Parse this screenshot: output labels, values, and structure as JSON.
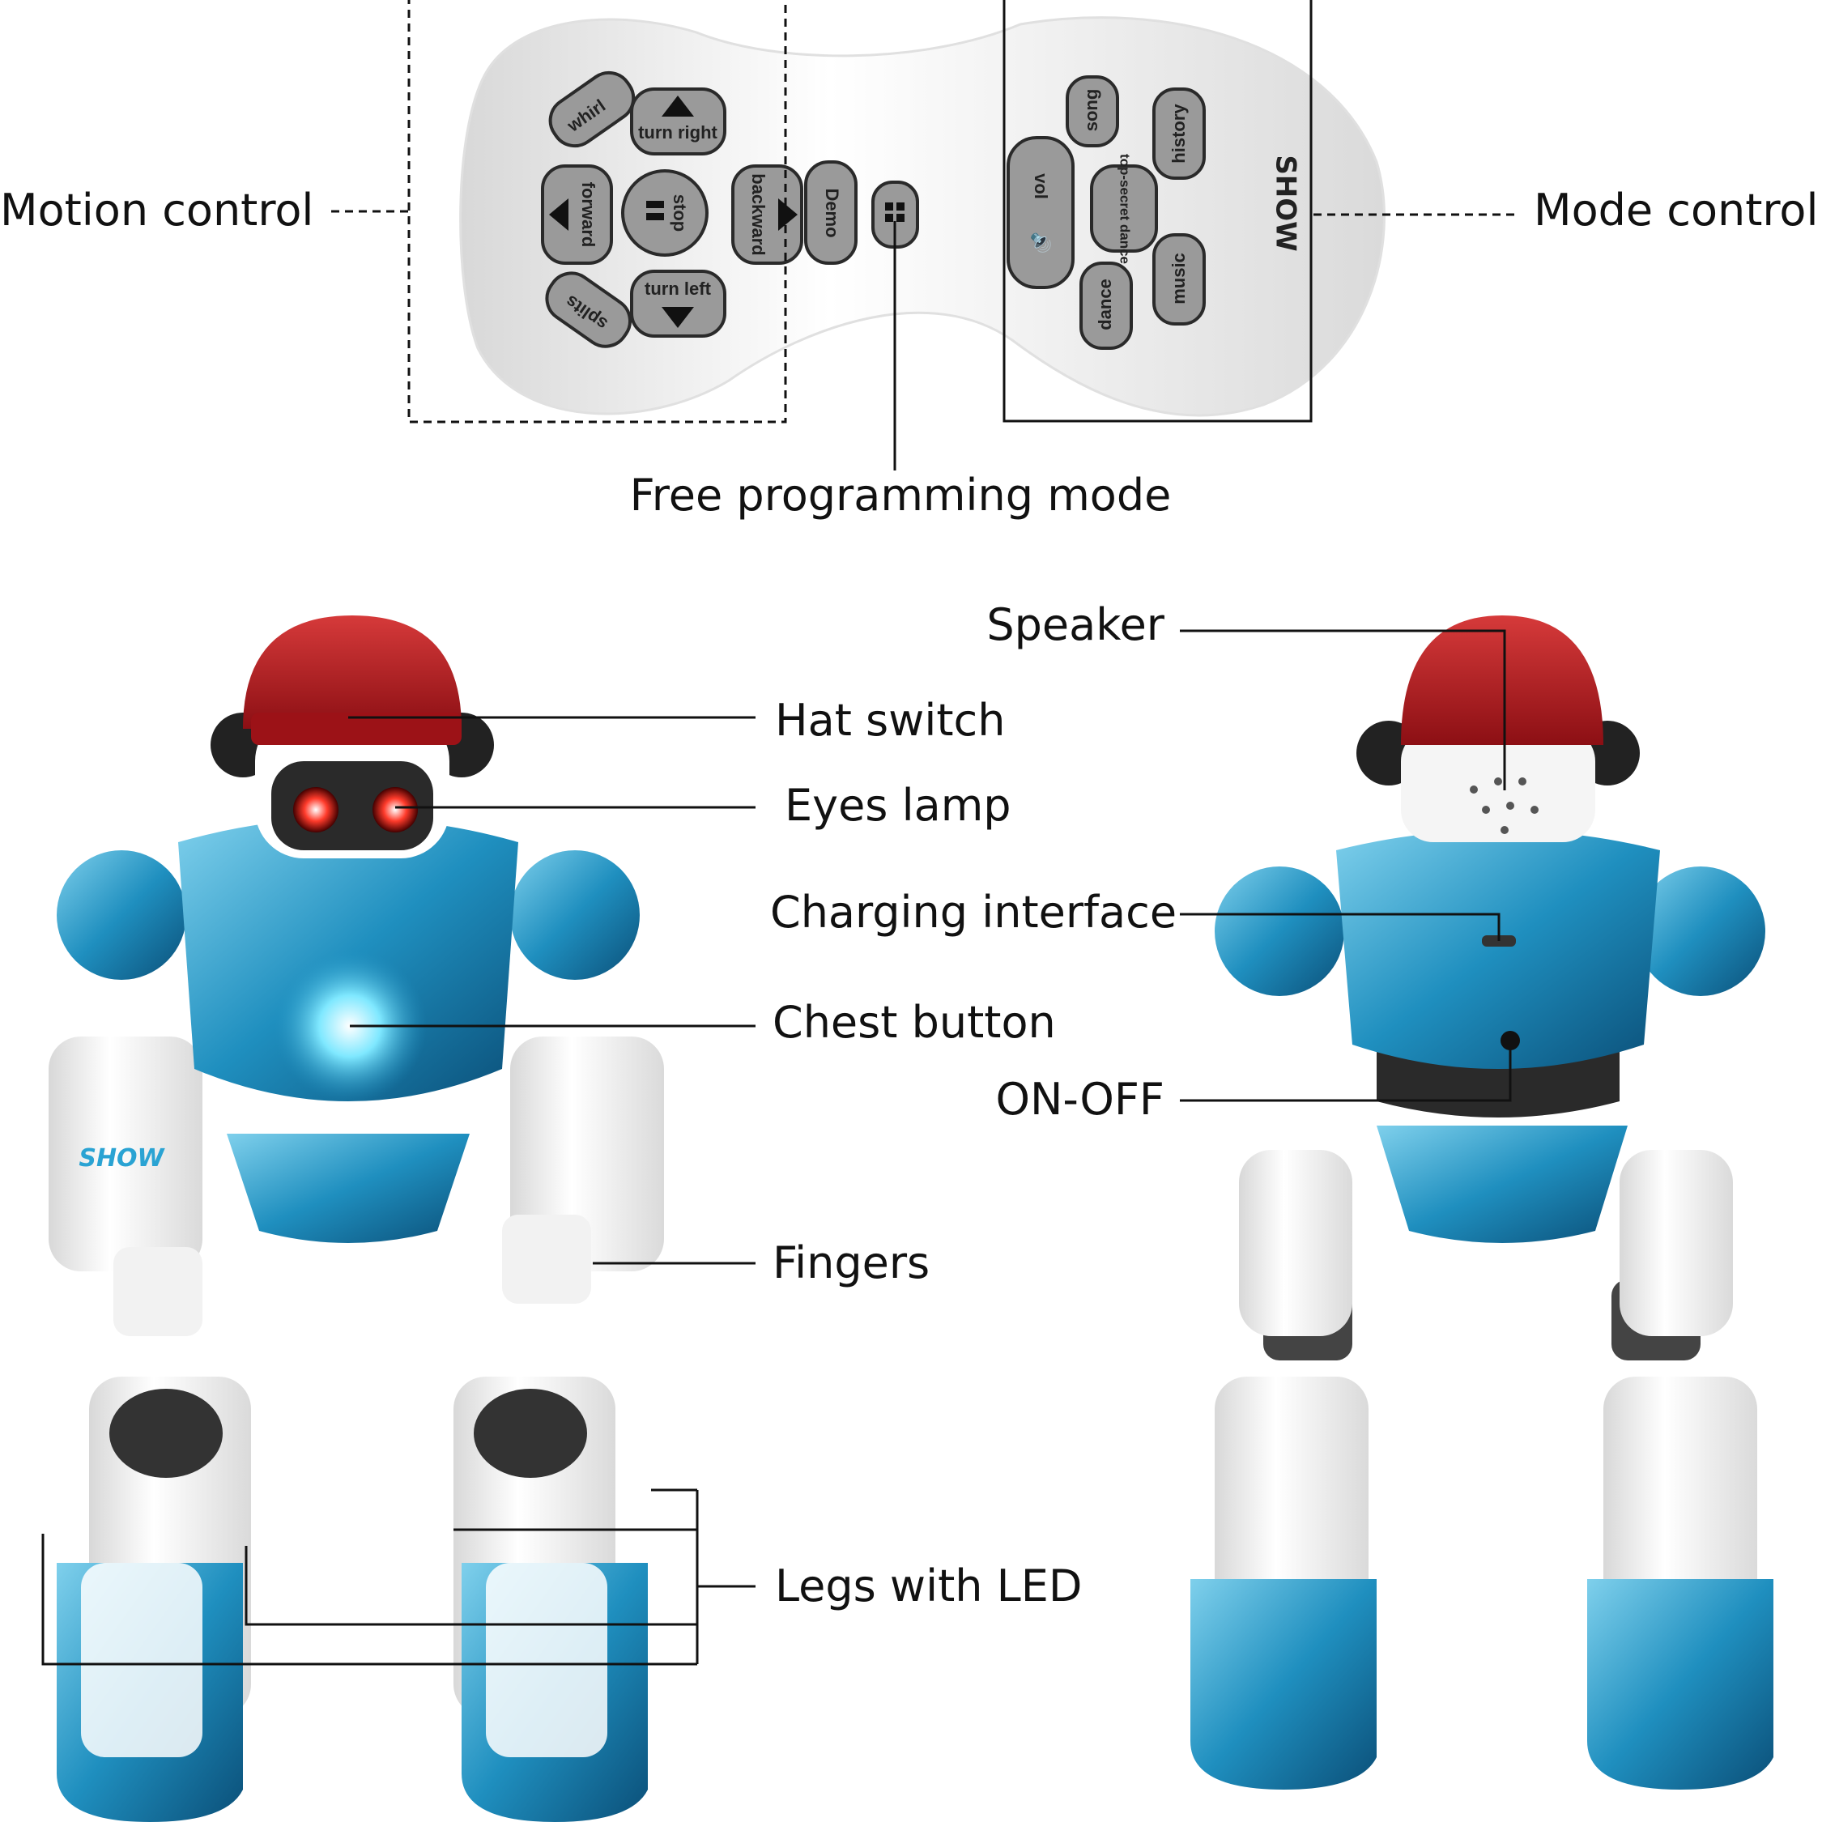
{
  "remote": {
    "buttons": {
      "whirl": "whirl",
      "turn_right": "turn right",
      "forward": "forward",
      "stop": "stop",
      "backward": "backward",
      "splits": "splits",
      "turn_left": "turn left",
      "demo": "Demo",
      "vol": "vol",
      "song": "song",
      "history": "history",
      "top_secret_dance": "top-secret dance",
      "music": "music",
      "dance": "dance"
    },
    "logo": "SHOW"
  },
  "callouts": {
    "motion_control": "Motion control",
    "mode_control": "Mode control",
    "free_programming_mode": "Free programming mode",
    "speaker": "Speaker",
    "hat_switch": "Hat switch",
    "eyes_lamp": "Eyes lamp",
    "charging_interface": "Charging interface",
    "chest_button": "Chest button",
    "on_off": "ON-OFF",
    "fingers": "Fingers",
    "legs_with_led": "Legs with LED"
  },
  "robot": {
    "chest_logo": "SHOW"
  },
  "colors": {
    "hat_red": "#b3161c",
    "body_blue": "#1f8fbf",
    "chest_glow": "#7fe8ff",
    "button_grey": "#9a9a9a"
  }
}
